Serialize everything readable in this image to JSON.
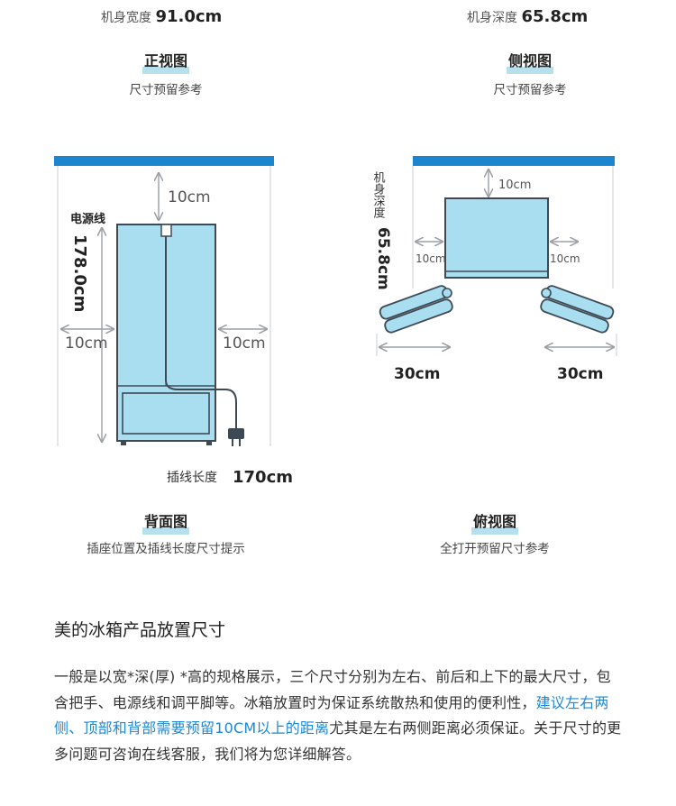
{
  "top": {
    "width_label": "机身宽度",
    "width_value": "91.0cm",
    "depth_label": "机身深度",
    "depth_value": "65.8cm"
  },
  "front": {
    "title": "正视图",
    "subtitle": "尺寸预留参考"
  },
  "side": {
    "title": "侧视图",
    "subtitle": "尺寸预留参考"
  },
  "back": {
    "title": "背面图",
    "subtitle": "插座位置及插线长度尺寸提示",
    "power_cord": "电源线",
    "height": "178.0cm",
    "gap_top": "10cm",
    "gap_left": "10cm",
    "gap_right": "10cm",
    "cord_label": "插线长度",
    "cord_value": "170cm"
  },
  "topview": {
    "title": "俯视图",
    "subtitle": "全打开预留尺寸参考",
    "depth_label": "机身深度",
    "depth_value": "65.8cm",
    "gap_top": "10cm",
    "gap_left": "10cm",
    "gap_right": "10cm",
    "door_left": "30cm",
    "door_right": "30cm"
  },
  "article": {
    "heading": "美的冰箱产品放置尺寸",
    "para_1": "一般是以宽*深(厚) *高的规格展示，三个尺寸分别为左右、前后和上下的最大尺寸，包含把手、电源线和调平脚等。冰箱放置时为保证系统散热和使用的便利性，",
    "para_highlight": "建议左右两侧、顶部和背部需要预留10CM以上的距离",
    "para_2": "尤其是左右两侧距离必须保证。关于尺寸的更多问题可咨询在线客服，我们将为您详细解答。"
  },
  "colors": {
    "accent_blue": "#1e88d8",
    "bar_blue": "#1b86cf",
    "fridge_fill": "#a9def0",
    "outline": "#3d4a55",
    "underline": "#b7e0ef"
  }
}
